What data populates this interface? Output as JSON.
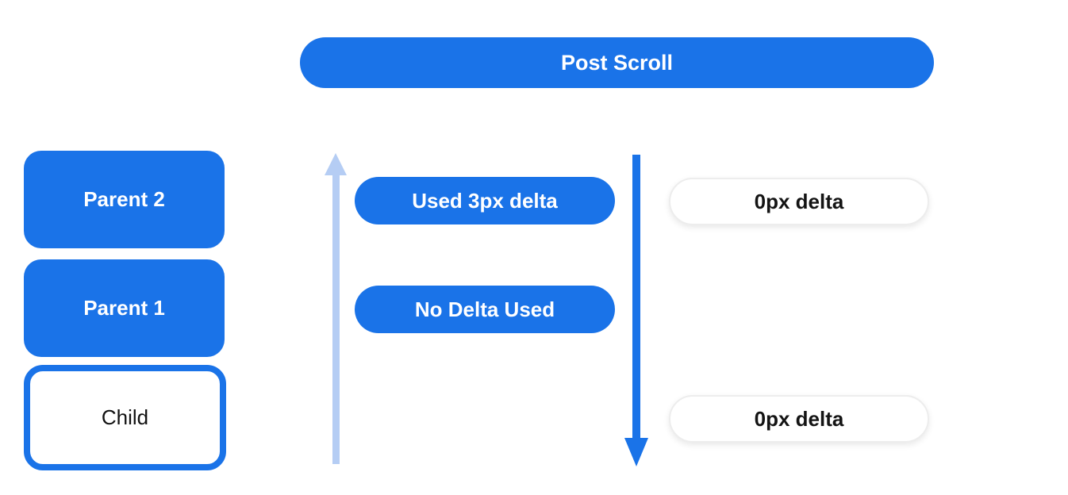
{
  "colors": {
    "primary_blue": "#1a73e8",
    "light_blue_arrow": "#b5cdf4",
    "white_pill_border": "#ededed",
    "dark_text": "#141414",
    "white_text": "#ffffff"
  },
  "header": {
    "label": "Post Scroll"
  },
  "scroll_stack": {
    "parent2_label": "Parent 2",
    "parent1_label": "Parent 1",
    "child_label": "Child"
  },
  "upward_chain": {
    "arrow": "up-arrow (light blue)",
    "used_delta_label": "Used 3px delta",
    "no_delta_label": "No Delta Used"
  },
  "downward_chain": {
    "arrow": "down-arrow (blue)",
    "top_delta_label": "0px delta",
    "bottom_delta_label": "0px delta"
  }
}
